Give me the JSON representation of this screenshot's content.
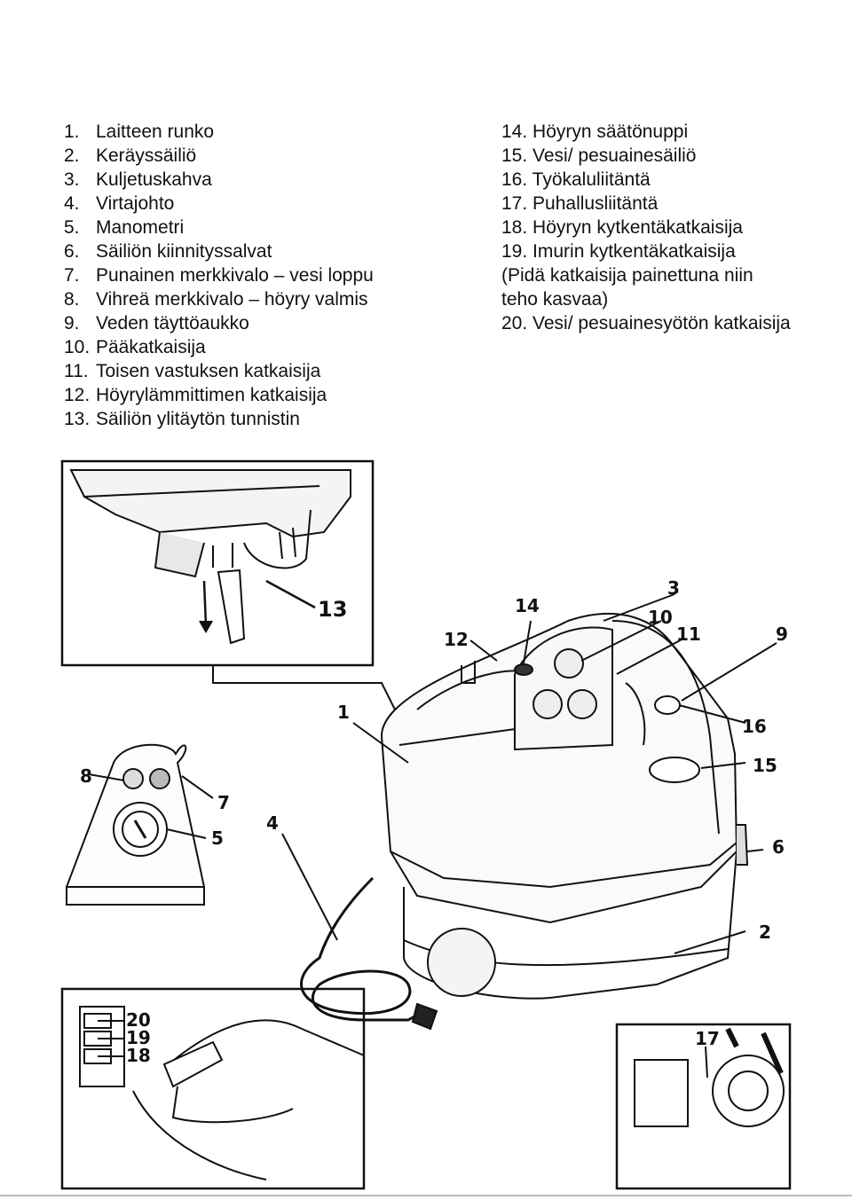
{
  "left_list": [
    {
      "num": "1.",
      "text": "Laitteen runko"
    },
    {
      "num": "2.",
      "text": "Keräyssäiliö"
    },
    {
      "num": "3.",
      "text": "Kuljetuskahva"
    },
    {
      "num": "4.",
      "text": "Virtajohto"
    },
    {
      "num": "5.",
      "text": "Manometri"
    },
    {
      "num": "6.",
      "text": "Säiliön kiinnityssalvat"
    },
    {
      "num": "7.",
      "text": "Punainen merkkivalo – vesi loppu"
    },
    {
      "num": "8.",
      "text": "Vihreä merkkivalo – höyry valmis"
    },
    {
      "num": "9.",
      "text": "Veden täyttöaukko"
    },
    {
      "num": "10.",
      "text": "Pääkatkaisija"
    },
    {
      "num": "11.",
      "text": "Toisen vastuksen katkaisija"
    },
    {
      "num": "12.",
      "text": "Höyrylämmittimen katkaisija"
    },
    {
      "num": "13.",
      "text": "Säiliön ylitäytön tunnistin"
    }
  ],
  "right_list": [
    "14. Höyryn säätönuppi",
    "15. Vesi/ pesuainesäiliö",
    "16. Työkaluliitäntä",
    "17. Puhallusliitäntä",
    "18. Höyryn kytkentäkatkaisija",
    "19. Imurin kytkentäkatkaisija",
    "(Pidä katkaisija painettuna niin",
    "teho kasvaa)",
    "20. Vesi/ pesuainesyötön katkaisija"
  ],
  "callouts": {
    "c1": "1",
    "c2": "2",
    "c3": "3",
    "c4": "4",
    "c5": "5",
    "c6": "6",
    "c7": "7",
    "c8": "8",
    "c9": "9",
    "c10": "10",
    "c11": "11",
    "c12": "12",
    "c13": "13",
    "c14": "14",
    "c15": "15",
    "c16": "16",
    "c17": "17",
    "c18": "18",
    "c19": "19",
    "c20": "20"
  }
}
